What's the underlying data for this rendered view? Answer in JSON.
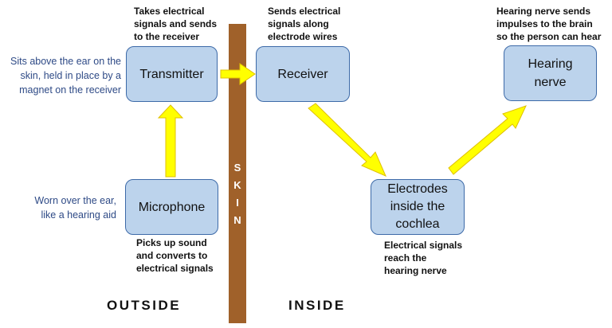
{
  "boxes": {
    "transmitter": "Transmitter",
    "receiver": "Receiver",
    "hearing_nerve": [
      "Hearing",
      "nerve"
    ],
    "microphone": "Microphone",
    "electrodes": [
      "Electrodes",
      "inside the",
      "cochlea"
    ]
  },
  "notes": {
    "transmitter": [
      "Takes electrical",
      "signals and sends",
      "to the receiver"
    ],
    "receiver": [
      "Sends electrical",
      "signals along",
      "electrode wires"
    ],
    "hearing_nerve": [
      "Hearing nerve sends",
      "impulses to the brain",
      "so the person can hear"
    ],
    "microphone": [
      "Picks up sound",
      "and converts to",
      "electrical signals"
    ],
    "electrodes": [
      "Electrical signals",
      "reach the",
      "hearing nerve"
    ]
  },
  "descriptions": {
    "transmitter": [
      "Sits above the ear on the",
      "skin, held in place by a",
      "magnet on the receiver"
    ],
    "microphone": [
      "Worn over the ear,",
      "like a hearing aid"
    ]
  },
  "skin_label": "S\nK\nI\nN",
  "regions": {
    "outside": "OUTSIDE",
    "inside": "INSIDE"
  },
  "colors": {
    "box_fill": "#bcd3ec",
    "box_border": "#3d6aa8",
    "arrow_fill": "#ffff00",
    "arrow_stroke": "#e0c000",
    "skin": "#a0612a",
    "description_text": "#2e4a86"
  }
}
